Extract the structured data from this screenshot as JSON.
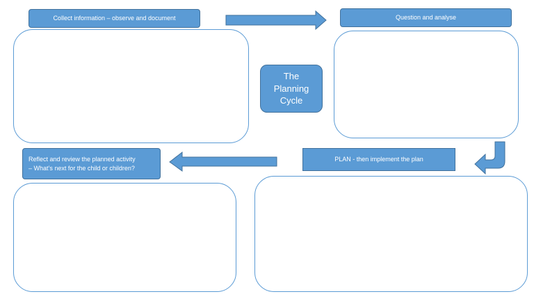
{
  "stages": {
    "collect": "Collect information – observe and document",
    "question": "Question and analyse",
    "plan": "PLAN - then implement the plan",
    "reflect_line1": "Reflect and review the planned activity",
    "reflect_line2": "– What’s next for the child or children?"
  },
  "center": {
    "line1": "The",
    "line2": "Planning",
    "line3": "Cycle"
  },
  "colors": {
    "accent_fill": "#5b9bd5",
    "accent_stroke": "#41719c",
    "panel_border": "#5b9bd5"
  }
}
